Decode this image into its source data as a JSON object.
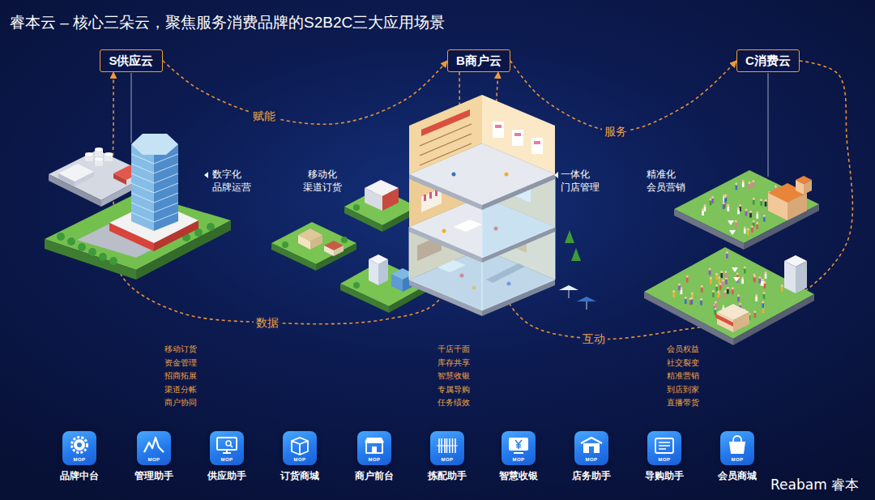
{
  "diagram": {
    "title": "睿本云 – 核心三朵云，聚焦服务消费品牌的S2B2C三大应用场景",
    "nodes": [
      {
        "text": [
          "S供应云"
        ]
      },
      {
        "text": [
          "B商户云"
        ]
      },
      {
        "text": [
          "C消费云"
        ]
      },
      {
        "text": [
          "MOP",
          "品牌中台"
        ]
      },
      {
        "text": [
          "MOP",
          "管理助手"
        ]
      },
      {
        "text": [
          "MOP",
          "供应助手"
        ]
      },
      {
        "text": [
          "MOP",
          "订货商城"
        ]
      },
      {
        "text": [
          "MOP",
          "商户前台"
        ]
      },
      {
        "text": [
          "MOP",
          "拣配助手"
        ]
      },
      {
        "text": [
          "MOP",
          "智慧收银"
        ]
      },
      {
        "text": [
          "MOP",
          "店务助手"
        ]
      },
      {
        "text": [
          "MOP",
          "导购助手"
        ]
      },
      {
        "text": [
          "MOP",
          "会员商城"
        ]
      }
    ],
    "edges": [
      {
        "from": 0,
        "to": 1,
        "label": "赋能",
        "arrow": "to"
      },
      {
        "from": 1,
        "to": 2,
        "label": "服务",
        "arrow": "to"
      },
      {
        "from": 2,
        "to": 1,
        "label": "互动",
        "arrow": "to"
      },
      {
        "from": 1,
        "to": 0,
        "label": "数据",
        "arrow": "to"
      }
    ],
    "labels": [
      "数字化 品牌运营",
      "移动化 渠道订货",
      "一体化 门店管理",
      "精准化 会员营销",
      "移动订货",
      "资金管理",
      "招商拓展",
      "渠道分帐",
      "商户协同",
      "千店千面",
      "库存共享",
      "智慧收银",
      "专属导购",
      "任务绩效",
      "会员权益",
      "社交裂变",
      "精准营销",
      "到店到家",
      "直播带货",
      "Reabam 睿本"
    ]
  }
}
